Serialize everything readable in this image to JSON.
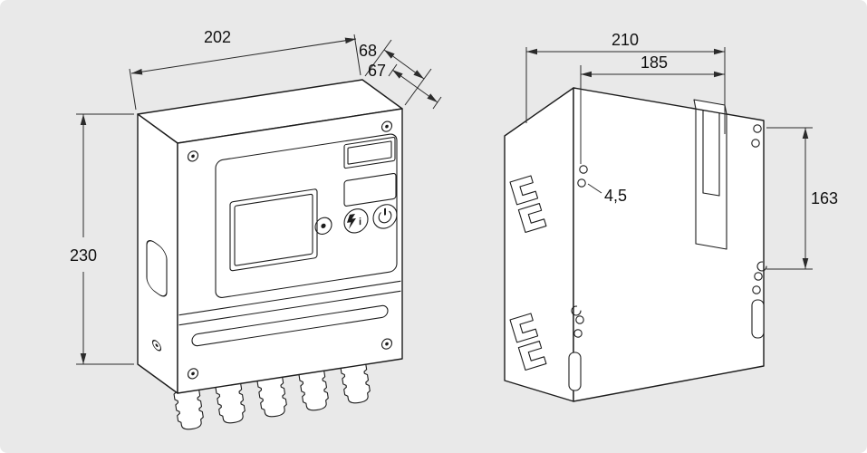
{
  "colors": {
    "background": "#e9e9e9",
    "line": "#1c1c1c",
    "face": "#ffffff",
    "dim_text": "#111111"
  },
  "front_view": {
    "dims": {
      "width": "202",
      "depth_rear": "68",
      "depth_front": "67",
      "height": "230"
    },
    "info_icon_glyph": "i"
  },
  "rear_view": {
    "dims": {
      "overall_width": "210",
      "mount_hole_spacing_width": "185",
      "mount_hole_diameter": "4,5",
      "mount_hole_spacing_height": "163"
    }
  }
}
